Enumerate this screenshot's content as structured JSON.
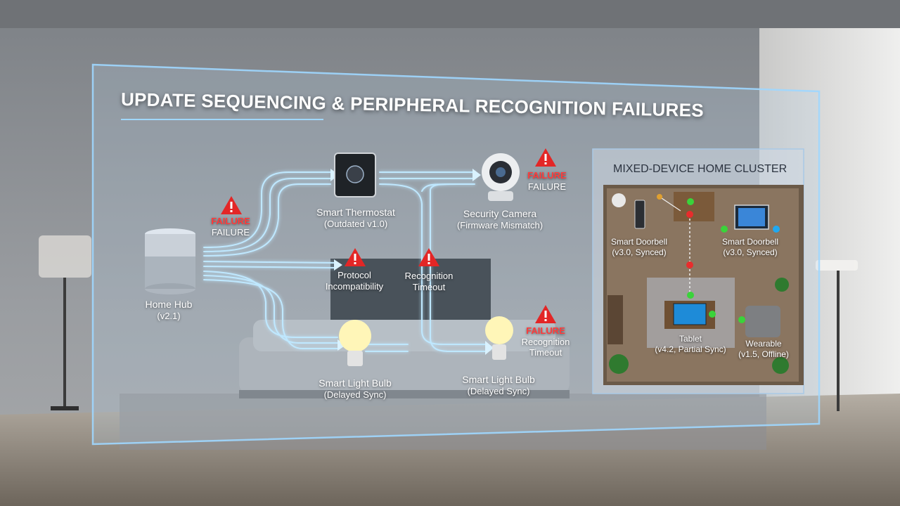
{
  "title": "UPDATE SEQUENCING & PERIPHERAL RECOGNITION FAILURES",
  "devices": {
    "hub": {
      "name": "Home Hub",
      "version": "(v2.1)"
    },
    "thermostat": {
      "name": "Smart Thermostat",
      "status": "(Outdated v1.0)"
    },
    "camera": {
      "name": "Security Camera",
      "status": "(Firmware Mismatch)"
    },
    "bulb_left": {
      "name": "Smart Light Bulb",
      "status": "(Delayed Sync)"
    },
    "bulb_right": {
      "name": "Smart Light Bulb",
      "status": "(Delayed Sync)"
    }
  },
  "alerts": {
    "hub_failure": {
      "red": "FAILURE",
      "white": "FAILURE"
    },
    "camera_failure": {
      "red": "FAILURE",
      "white": "FAILURE"
    },
    "protocol": {
      "line1": "Protocol",
      "line2": "Incompatibility"
    },
    "recognition_mid": {
      "line1": "Recognition",
      "line2": "Timeout"
    },
    "bulb_failure": {
      "red": "FAILURE",
      "line1": "Recognition",
      "line2": "Timeout"
    }
  },
  "cluster": {
    "title": "MIXED-DEVICE HOME CLUSTER",
    "doorbell_left": {
      "name": "Smart Doorbell",
      "status": "(v3.0, Synced)"
    },
    "doorbell_right": {
      "name": "Smart Doorbell",
      "status": "(v3.0, Synced)"
    },
    "tablet": {
      "name": "Tablet",
      "status": "(v4.2, Partial Sync)"
    },
    "wearable": {
      "name": "Wearable",
      "status": "(v1.5, Offline)"
    }
  },
  "colors": {
    "flow": "#9fdcff",
    "alert": "#e32626",
    "synced": "#3ad33a",
    "offline": "#e82c2c",
    "tablet_dot": "#20a8f0"
  }
}
